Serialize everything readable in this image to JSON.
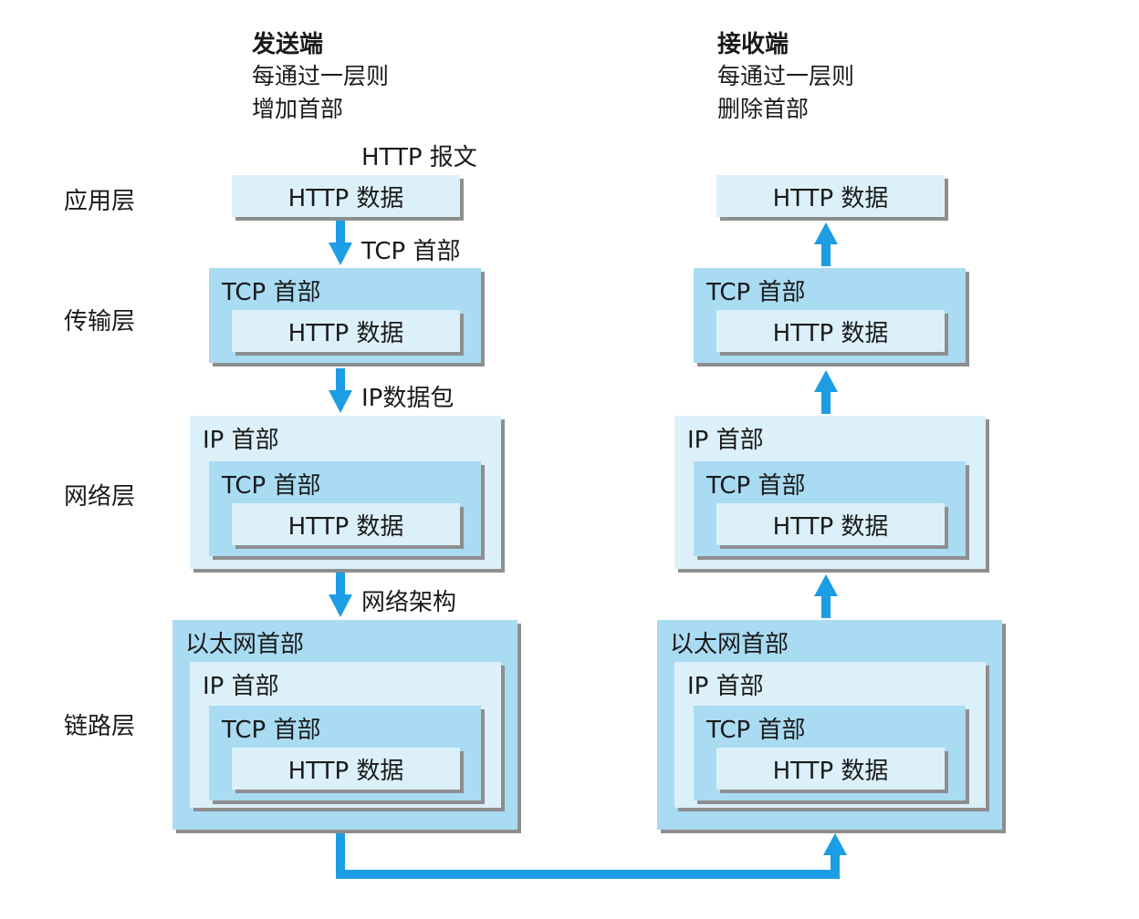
{
  "header": {
    "sender": {
      "title": "发送端",
      "line1": "每通过一层则",
      "line2": "增加首部"
    },
    "receiver": {
      "title": "接收端",
      "line1": "每通过一层则",
      "line2": "删除首部"
    }
  },
  "layers": {
    "application": "应用层",
    "transport": "传输层",
    "network": "网络层",
    "link": "链路层"
  },
  "annotations": {
    "http_message": "HTTP 报文",
    "tcp_header": "TCP 首部",
    "ip_packet": "IP数据包",
    "network_frame": "网络架构"
  },
  "labels": {
    "http_data": "HTTP 数据",
    "tcp_header": "TCP 首部",
    "ip_header": "IP 首部",
    "ethernet_header": "以太网首部"
  },
  "colors": {
    "light_box": "#dcf0fa",
    "medium_box": "#a9dbf3",
    "arrow": "#1d9de3",
    "shadow": "#8e8e8e"
  }
}
